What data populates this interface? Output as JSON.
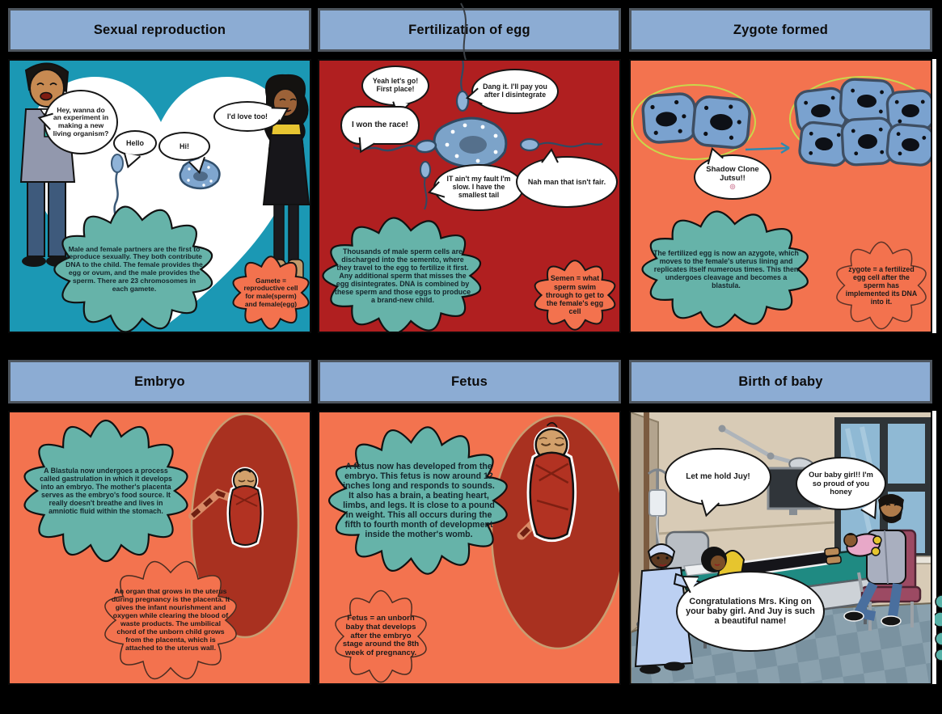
{
  "board": {
    "panels": [
      {
        "title": "Sexual reproduction",
        "speech": {
          "man": "Hey, wanna do an experiment in making a new living organism?",
          "sperm": "Hello",
          "egg": "Hi!",
          "woman": "I'd love too!"
        },
        "fact": "Male and female partners are the first to reproduce sexually. They both contribute DNA to the child. The female provides the egg or ovum, and the male provides the sperm. There are 23 chromosomes in each gamete.",
        "definition": "Gamete = reproductive cell for male(sperm) and female(egg)"
      },
      {
        "title": "Fertilization of egg",
        "speech": {
          "cheer": "Yeah let's go! First place!",
          "late": "Dang it. I'll pay you after I disintegrate",
          "winner": "I won the race!",
          "slow": "IT ain't my fault I'm slow. I have the smallest tail",
          "protest": "Nah man that isn't fair."
        },
        "fact": "Thousands of male sperm cells are discharged into the semento, where they travel to the egg to fertilize it first. Any additional sperm that misses the egg disintegrates. DNA is combined by these sperm and those eggs to produce a brand-new child.",
        "definition": "Semen = what sperm swim through to get to the female's egg cell"
      },
      {
        "title": "Zygote formed",
        "speech": {
          "cells": "Shadow Clone Jutsu!!",
          "cells_icon": "◎"
        },
        "fact": "The fertilized egg is now an azygote, which moves to the female's uterus lining and replicates itself numerous times. This then undergoes cleavage and becomes a blastula.",
        "definition": "zygote = a fertilized egg cell after the sperm has implemented its DNA into it."
      },
      {
        "title": "Embryo",
        "fact": "A Blastula now undergoes a process called gastrulation in which it develops into an embryo. The mother's placenta serves as the embryo's food source. It really doesn't breathe and lives in amniotic fluid within the stomach.",
        "definition": "An organ that grows in the uterus during pregnancy is the placenta. It gives the infant nourishment and oxygen while clearing the blood of waste products. The umbilical chord of the unborn child grows from the placenta, which is attached to the uterus wall."
      },
      {
        "title": "Fetus",
        "fact": "A fetus now has developed from the embryo. This fetus is now around 12 inches long and responds to sounds. It also has a brain, a beating heart, limbs, and legs. It is close to a pound in weight. This all occurs during the fifth to fourth month of development inside the mother's womb.",
        "definition": "Fetus = an unborn baby that develops after the embryo stage around the 8th week of pregnancy."
      },
      {
        "title": "Birth of baby",
        "speech": {
          "mother": "Let me hold Juy!",
          "father": "Our baby girl!! I'm so proud of you honey",
          "nurse": "Congratulations Mrs. King on your baby girl. And Juy is such a beautiful name!"
        }
      }
    ],
    "colors": {
      "background": "#000000",
      "header_blue": "#8cacd3",
      "panel_teal": "#1b98b4",
      "panel_red": "#b01f20",
      "panel_orange": "#f3734f",
      "fact_cloud_teal": "#66b3a9",
      "definition_cloud_orange": "#f3724e",
      "womb_red": "#a93120",
      "cell_blue": "#7aa2cf"
    }
  }
}
